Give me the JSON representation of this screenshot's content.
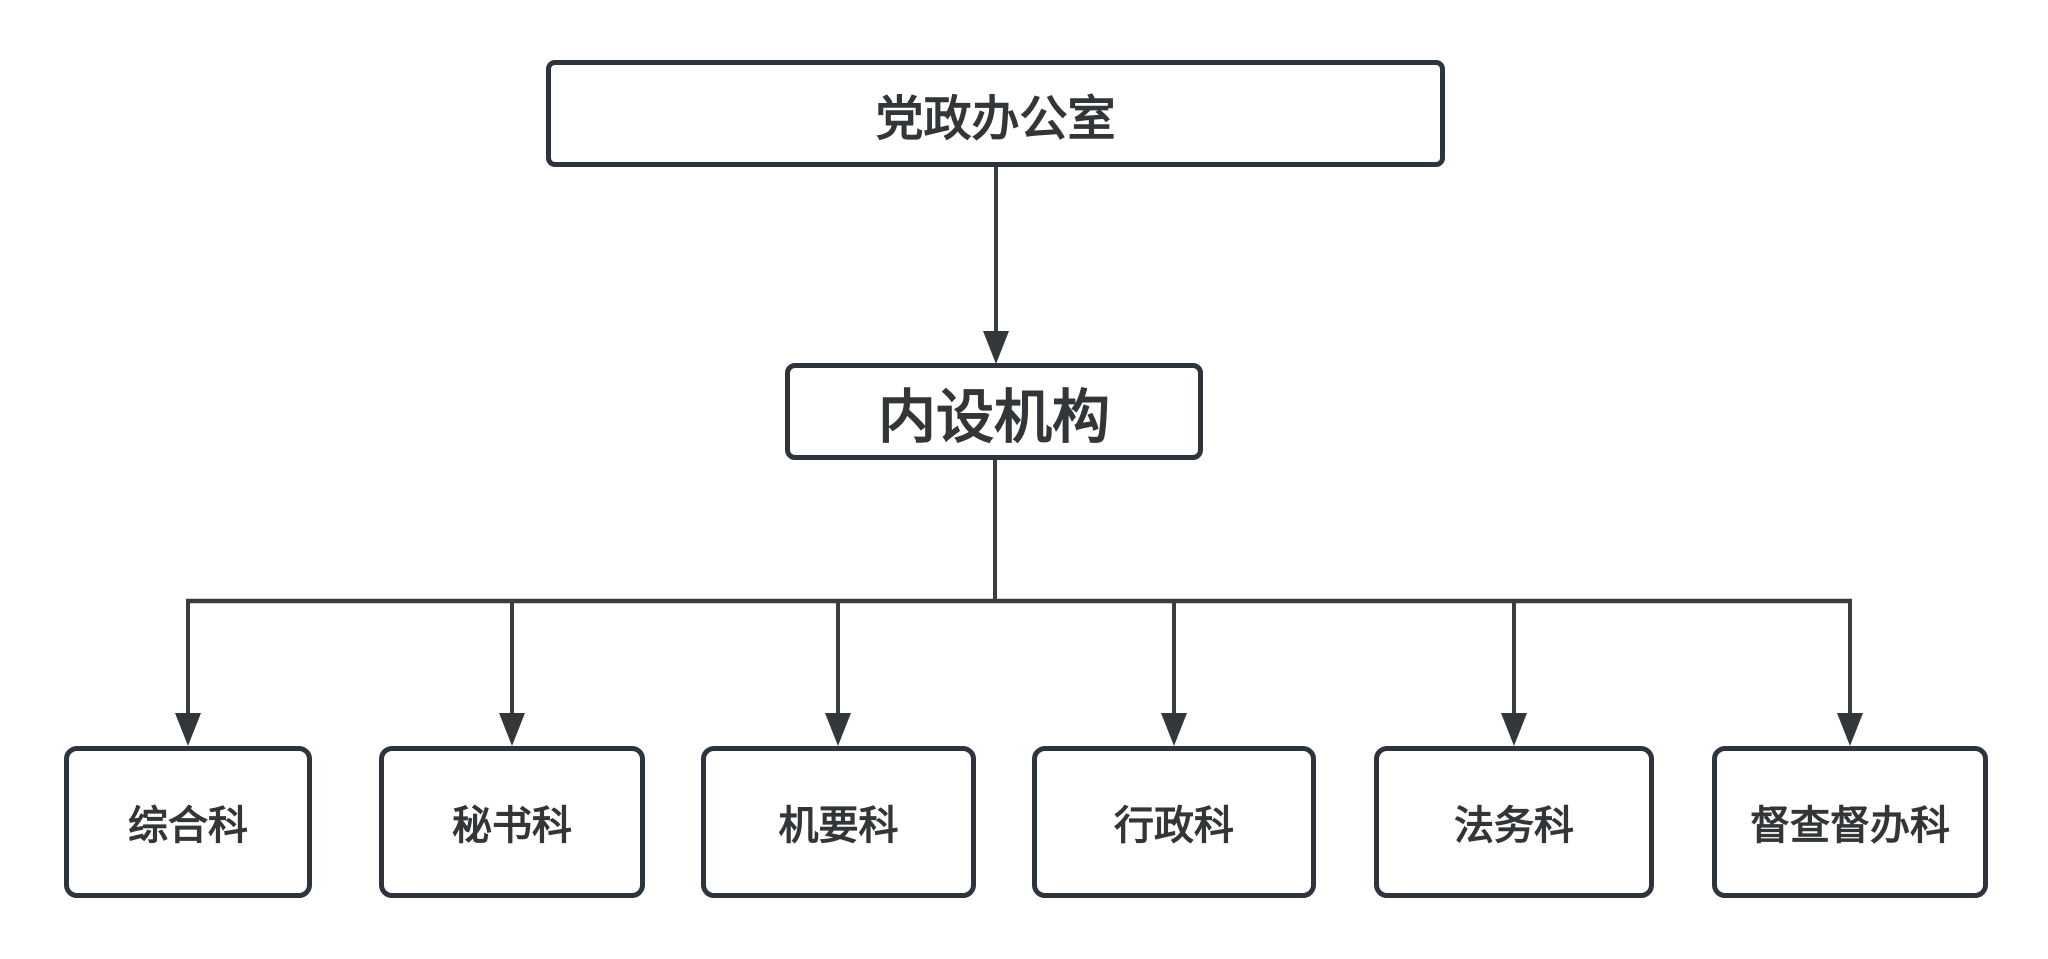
{
  "diagram": {
    "type": "org-chart",
    "background_color": "#ffffff",
    "box_border_color": "#2d343c",
    "line_color": "#3a3d40",
    "text_color": "#333638",
    "root": {
      "label": "党政办公室"
    },
    "level2": {
      "label": "内设机构"
    },
    "departments": [
      {
        "label": "综合科"
      },
      {
        "label": "秘书科"
      },
      {
        "label": "机要科"
      },
      {
        "label": "行政科"
      },
      {
        "label": "法务科"
      },
      {
        "label": "督查督办科"
      }
    ]
  }
}
